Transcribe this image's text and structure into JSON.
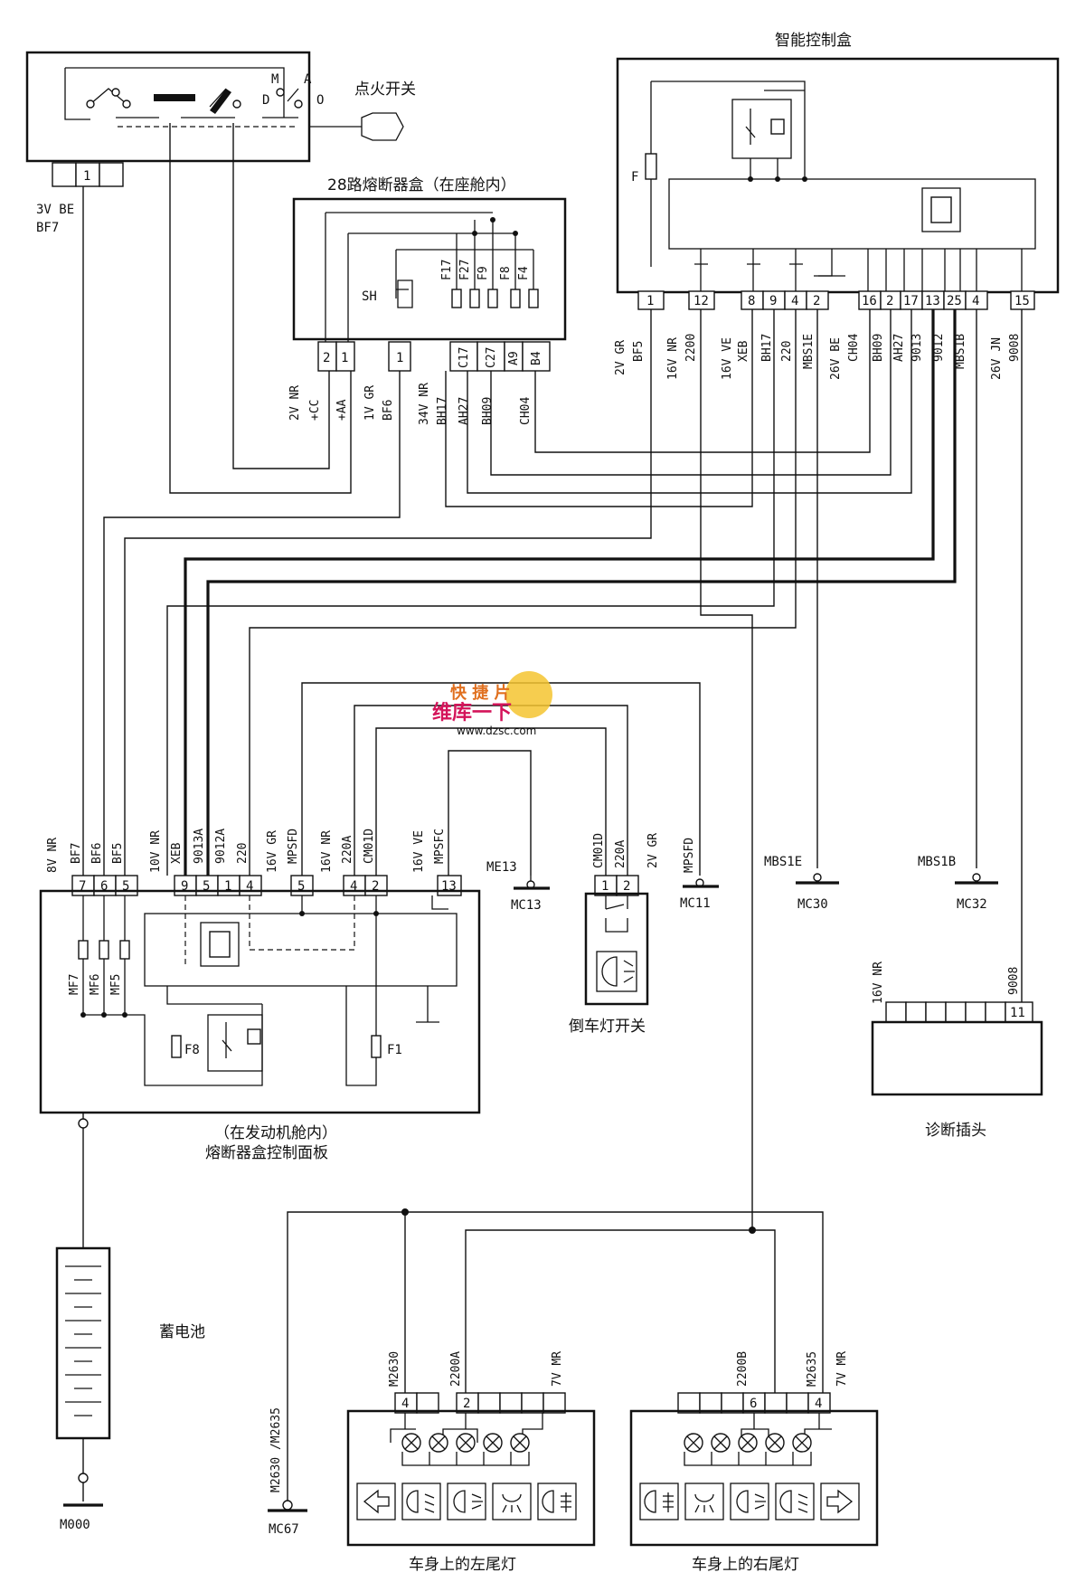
{
  "ignition": {
    "title": "点火开关",
    "positions": {
      "m": "M",
      "a": "A",
      "d": "D",
      "o": "O"
    },
    "pin": "1",
    "wire": {
      "color": "3V BE",
      "id": "BF7"
    }
  },
  "fusebox28": {
    "title": "28路熔断器盒（在座舱内）",
    "shunt": "SH",
    "fuses": [
      "F17",
      "F27",
      "F9",
      "F8",
      "F4"
    ],
    "pins_left": [
      "2",
      "1"
    ],
    "pin_mid": "1",
    "pins_bottom": [
      "C17",
      "C27",
      "A9",
      "B4"
    ],
    "wires": [
      {
        "color": "2V NR",
        "id": "+CC"
      },
      {
        "color": "",
        "id": "+AA"
      },
      {
        "color": "1V GR",
        "id": "BF6"
      },
      {
        "color": "34V NR",
        "id": "BH17"
      },
      {
        "color": "",
        "id": "AH27"
      },
      {
        "color": "",
        "id": "BH09"
      },
      {
        "color": "",
        "id": "CH04"
      }
    ]
  },
  "smartbox": {
    "title": "智能控制盒",
    "fuse": "F",
    "pins": [
      "1",
      "12",
      "8",
      "9",
      "4",
      "2",
      "16",
      "2",
      "17",
      "13",
      "25",
      "4",
      "15"
    ],
    "wires": [
      {
        "color": "2V GR",
        "id": "BF5"
      },
      {
        "color": "16V NR",
        "id": "2200"
      },
      {
        "color": "16V VE",
        "id": "XEB"
      },
      {
        "color": "",
        "id": "BH17"
      },
      {
        "color": "",
        "id": "220"
      },
      {
        "color": "",
        "id": "MBS1E"
      },
      {
        "color": "26V BE",
        "id": "CH04"
      },
      {
        "color": "",
        "id": "BH09"
      },
      {
        "color": "",
        "id": "AH27"
      },
      {
        "color": "",
        "id": "9013"
      },
      {
        "color": "",
        "id": "9012"
      },
      {
        "color": "",
        "id": "MBS1B"
      },
      {
        "color": "26V JN",
        "id": "9008"
      }
    ]
  },
  "engine_panel": {
    "title_line1": "（在发动机舱内）",
    "title_line2": "熔断器盒控制面板",
    "pins": [
      "7",
      "6",
      "5",
      "9",
      "5",
      "1",
      "4",
      "5",
      "4",
      "2",
      "13"
    ],
    "internal_fuses": [
      "MF7",
      "MF6",
      "MF5",
      "F8",
      "F1"
    ],
    "wires": [
      {
        "color": "8V NR",
        "id": "BF7"
      },
      {
        "color": "",
        "id": "BF6"
      },
      {
        "color": "",
        "id": "BF5"
      },
      {
        "color": "10V NR",
        "id": "XEB"
      },
      {
        "color": "",
        "id": "9013A"
      },
      {
        "color": "",
        "id": "9012A"
      },
      {
        "color": "",
        "id": "220"
      },
      {
        "color": "16V GR",
        "id": "MPSFD"
      },
      {
        "color": "16V NR",
        "id": "220A"
      },
      {
        "color": "",
        "id": "CM01D"
      },
      {
        "color": "16V VE",
        "id": "MPSFC"
      }
    ]
  },
  "grounds": {
    "me13": "ME13",
    "mc13": "MC13",
    "mpsfd": "MPSFD",
    "mc11": "MC11",
    "mbs1e": "MBS1E",
    "mc30": "MC30",
    "mbs1b": "MBS1B",
    "mc32": "MC32",
    "m000": "M000",
    "mc67": "MC67",
    "mc67_wire": "M2630  /M2635"
  },
  "reverse_switch": {
    "title": "倒车灯开关",
    "pins": [
      "1",
      "2"
    ],
    "wire1": "CM01D",
    "wire2": "220A",
    "wire_color": "2V GR"
  },
  "diagnostic": {
    "title": "诊断插头",
    "pin": "11",
    "wire_color": "16V NR",
    "wire_id": "9008"
  },
  "battery": {
    "title": "蓄电池"
  },
  "left_tail": {
    "title": "车身上的左尾灯",
    "pins": [
      "4",
      "2"
    ],
    "wires": [
      "M2630",
      "2200A",
      "7V MR"
    ]
  },
  "right_tail": {
    "title": "车身上的右尾灯",
    "pins": [
      "6",
      "4"
    ],
    "wires": [
      "2200B",
      "M2635",
      "7V MR"
    ]
  },
  "watermark": {
    "line1": "快 捷 片",
    "line2": "维库一下",
    "url": "www.dzsc.com"
  }
}
